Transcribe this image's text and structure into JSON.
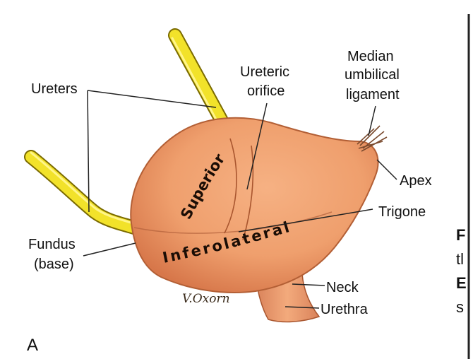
{
  "colors": {
    "ureter": "#f2e22a",
    "bladder": "#ef9f6d",
    "bladder_dark": "#c9643a",
    "leader_line": "#222222"
  },
  "labels": {
    "ureters": "Ureters",
    "ureteric_orifice_line1": "Ureteric",
    "ureteric_orifice_line2": "orifice",
    "median_line1": "Median",
    "median_line2": "umbilical",
    "median_line3": "ligament",
    "apex": "Apex",
    "trigone": "Trigone",
    "fundus_line1": "Fundus",
    "fundus_line2": "(base)",
    "neck": "Neck",
    "urethra": "Urethra"
  },
  "surfaces": {
    "superior": "Superior",
    "inferolateral": "Inferolateral"
  },
  "signature": "V.Oxorn",
  "panel_letter": "A",
  "edge_glyphs": [
    "F",
    "tl",
    "E",
    "s"
  ]
}
